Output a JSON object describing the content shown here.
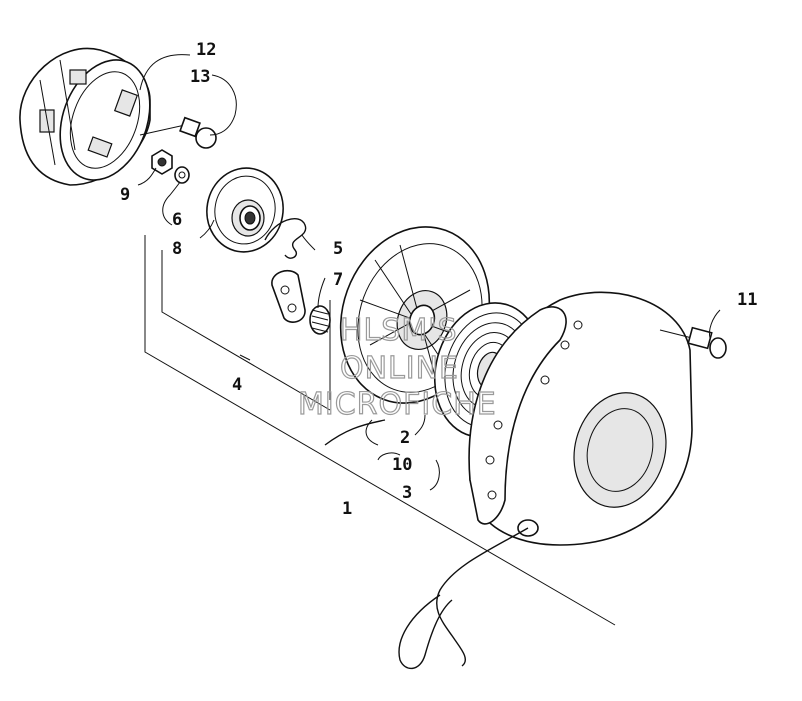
{
  "callouts": [
    {
      "id": "c12",
      "label": "12"
    },
    {
      "id": "c13",
      "label": "13"
    },
    {
      "id": "c9",
      "label": "9"
    },
    {
      "id": "c6",
      "label": "6"
    },
    {
      "id": "c8",
      "label": "8"
    },
    {
      "id": "c5",
      "label": "5"
    },
    {
      "id": "c7",
      "label": "7"
    },
    {
      "id": "c11",
      "label": "11"
    },
    {
      "id": "c4",
      "label": "4"
    },
    {
      "id": "c2",
      "label": "2"
    },
    {
      "id": "c10",
      "label": "10"
    },
    {
      "id": "c3",
      "label": "3"
    },
    {
      "id": "c1",
      "label": "1"
    }
  ],
  "watermark": {
    "line1": "HLSM'S",
    "line2": "ONLINE",
    "line3": "MICROFICHE"
  }
}
